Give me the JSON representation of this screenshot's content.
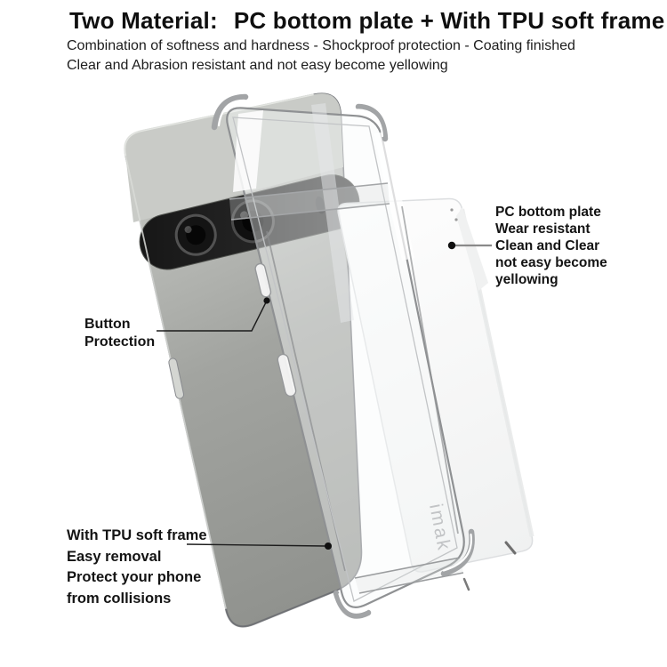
{
  "header": {
    "title_prefix": "Two Material:",
    "title_main": "PC bottom plate + With TPU soft frame",
    "subtitle_line1": "Combination of softness and hardness - Shockproof protection - Coating finished",
    "subtitle_line2": "Clear and Abrasion resistant and not easy become yellowing"
  },
  "callouts": {
    "pc_plate": {
      "lines": [
        "PC bottom plate",
        "Wear resistant",
        "Clean and Clear",
        "not easy become",
        "yellowing"
      ]
    },
    "button": {
      "lines": [
        "Button",
        "Protection"
      ]
    },
    "tpu": {
      "lines": [
        "With TPU soft frame",
        "Easy removal",
        "Protect your phone",
        "from collisions"
      ]
    }
  },
  "product": {
    "brand": "imak",
    "colors": {
      "phone_body": "#9a9c98",
      "camera_visor": "#1d1d1d",
      "case_outline": "#8f9193",
      "plate_fill": "#f7f8f8",
      "leader_line": "#1c1c1c",
      "text": "#161616"
    }
  }
}
